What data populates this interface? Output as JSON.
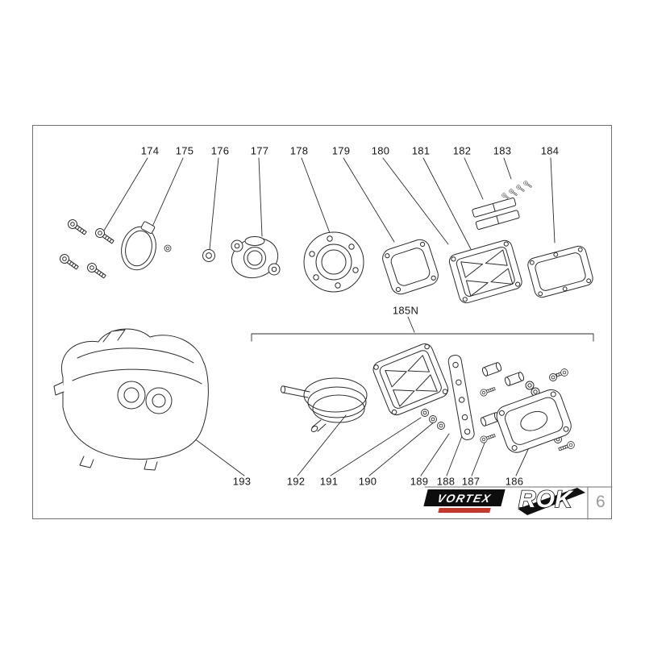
{
  "page": {
    "number": "6"
  },
  "callouts": {
    "top": [
      {
        "label": "174"
      },
      {
        "label": "175"
      },
      {
        "label": "176"
      },
      {
        "label": "177"
      },
      {
        "label": "178"
      },
      {
        "label": "179"
      },
      {
        "label": "180"
      },
      {
        "label": "181"
      },
      {
        "label": "182"
      },
      {
        "label": "183"
      },
      {
        "label": "184"
      }
    ],
    "group": {
      "label": "185N"
    },
    "bottom": [
      {
        "label": "193"
      },
      {
        "label": "192"
      },
      {
        "label": "191"
      },
      {
        "label": "190"
      },
      {
        "label": "189"
      },
      {
        "label": "188"
      },
      {
        "label": "187"
      },
      {
        "label": "186"
      }
    ]
  },
  "logos": {
    "vortex": "VORTEX",
    "rok": "ROK"
  },
  "colors": {
    "line": "#2b2b2b",
    "frame": "#6f6f6f",
    "logo_black": "#0d0d0d",
    "logo_red": "#c8372d",
    "page_number": "#9a9a9a"
  }
}
